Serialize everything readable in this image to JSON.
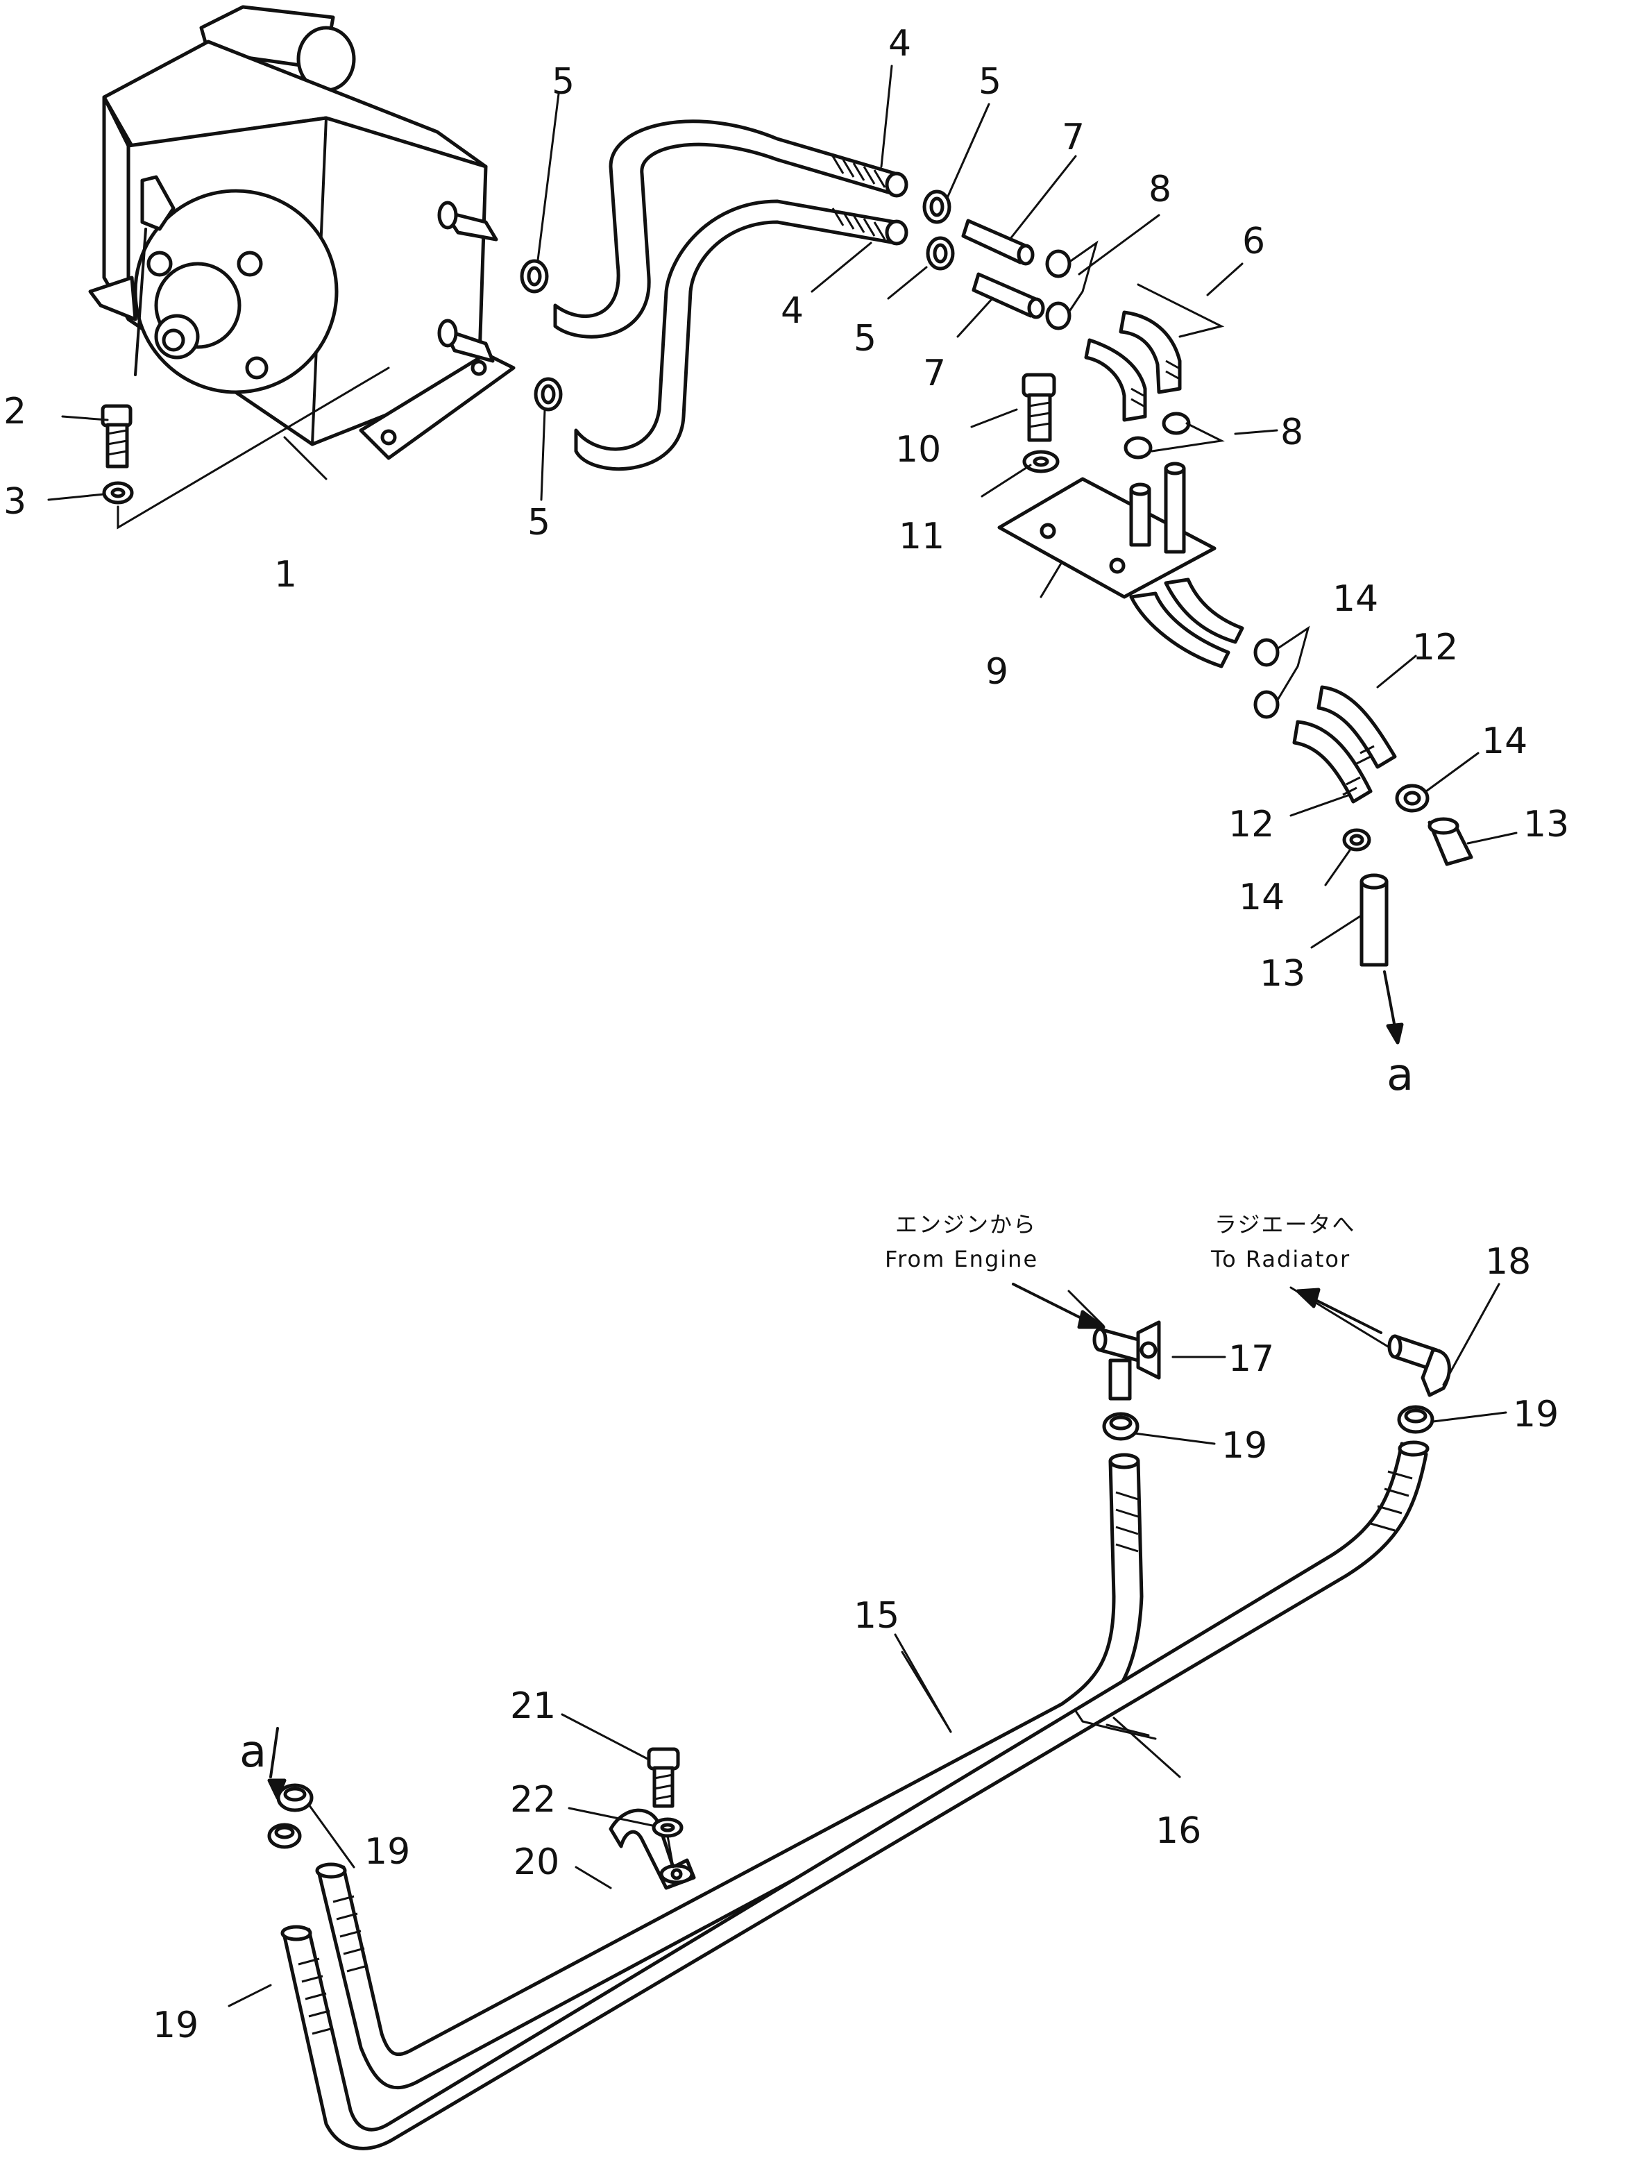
{
  "callouts": [
    {
      "id": "c1",
      "text": "1"
    },
    {
      "id": "c2",
      "text": "2"
    },
    {
      "id": "c3",
      "text": "3"
    },
    {
      "id": "c4a",
      "text": "4"
    },
    {
      "id": "c4b",
      "text": "4"
    },
    {
      "id": "c5a",
      "text": "5"
    },
    {
      "id": "c5b",
      "text": "5"
    },
    {
      "id": "c5c",
      "text": "5"
    },
    {
      "id": "c5d",
      "text": "5"
    },
    {
      "id": "c6",
      "text": "6"
    },
    {
      "id": "c7a",
      "text": "7"
    },
    {
      "id": "c7b",
      "text": "7"
    },
    {
      "id": "c8a",
      "text": "8"
    },
    {
      "id": "c8b",
      "text": "8"
    },
    {
      "id": "c9",
      "text": "9"
    },
    {
      "id": "c10",
      "text": "10"
    },
    {
      "id": "c11",
      "text": "11"
    },
    {
      "id": "c12a",
      "text": "12"
    },
    {
      "id": "c12b",
      "text": "12"
    },
    {
      "id": "c13a",
      "text": "13"
    },
    {
      "id": "c13b",
      "text": "13"
    },
    {
      "id": "c14a",
      "text": "14"
    },
    {
      "id": "c14b",
      "text": "14"
    },
    {
      "id": "c14c",
      "text": "14"
    },
    {
      "id": "c15",
      "text": "15"
    },
    {
      "id": "c16",
      "text": "16"
    },
    {
      "id": "c17",
      "text": "17"
    },
    {
      "id": "c18",
      "text": "18"
    },
    {
      "id": "c19a",
      "text": "19"
    },
    {
      "id": "c19b",
      "text": "19"
    },
    {
      "id": "c19c",
      "text": "19"
    },
    {
      "id": "c19d",
      "text": "19"
    },
    {
      "id": "c20",
      "text": "20"
    },
    {
      "id": "c21",
      "text": "21"
    },
    {
      "id": "c22",
      "text": "22"
    }
  ],
  "connection_marks": {
    "top": "a",
    "bottom": "a"
  },
  "notes": {
    "engine_jp": "エンジンから",
    "engine_en": "From Engine",
    "radiator_jp": "ラジエータへ",
    "radiator_en": "To Radiator"
  }
}
